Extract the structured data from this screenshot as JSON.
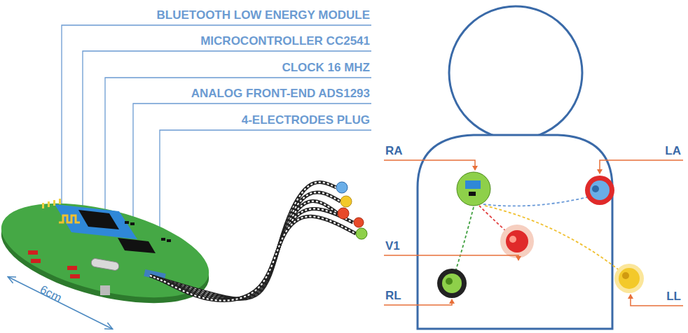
{
  "diagram": {
    "labels": [
      "BLUETOOTH LOW ENERGY MODULE",
      "MICROCONTROLLER CC2541",
      "CLOCK 16 MHZ",
      "ANALOG FRONT-END ADS1293",
      "4-ELECTRODES PLUG",
      "6cm",
      "RA",
      "LA",
      "V1",
      "RL",
      "LL"
    ]
  }
}
